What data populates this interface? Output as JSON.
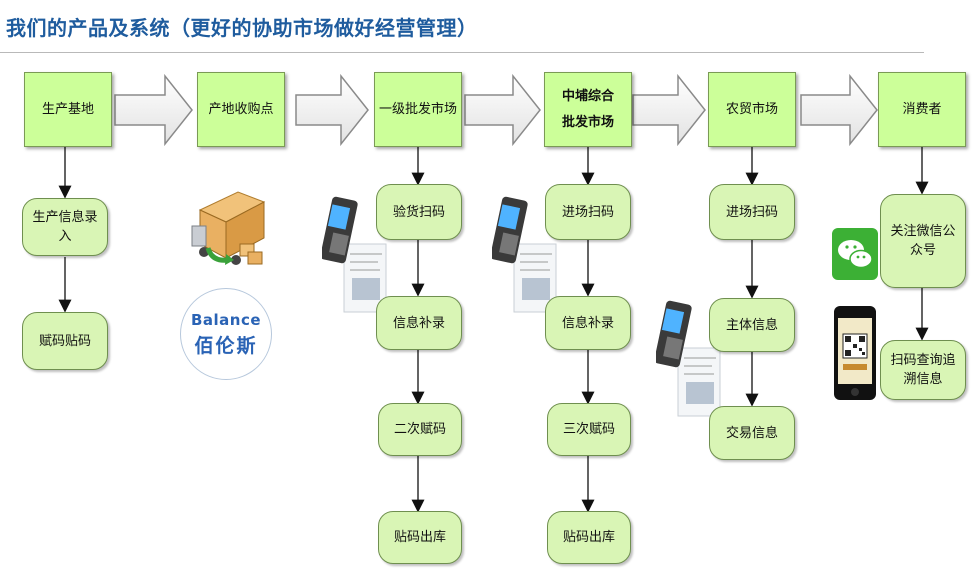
{
  "header": {
    "title": "我们的产品及系统（更好的协助市场做好经营管理）"
  },
  "flow": {
    "stages": [
      {
        "label": "生产基地"
      },
      {
        "label": "产地收购点"
      },
      {
        "label": "一级批发市场"
      },
      {
        "label_line1": "中埔综合",
        "label_line2": "批发市场"
      },
      {
        "label": "农贸市场"
      },
      {
        "label": "消费者"
      }
    ],
    "col1": [
      "生产信息录入",
      "赋码贴码"
    ],
    "col3": [
      "验货扫码",
      "信息补录",
      "二次赋码",
      "贴码出库"
    ],
    "col4": [
      "进场扫码",
      "信息补录",
      "三次赋码",
      "贴码出库"
    ],
    "col5": [
      "进场扫码",
      "主体信息",
      "交易信息"
    ],
    "col6": [
      "关注微信公众号",
      "扫码查询追溯信息"
    ]
  },
  "logo": {
    "text_en": "Balance",
    "text_cn": "佰伦斯"
  },
  "colors": {
    "box_fill": "#ccff99",
    "pill_fill": "#d9f5b5",
    "title": "#1f5c9e",
    "logo": "#2a63b5"
  },
  "icons": [
    "delivery-truck-icon",
    "barcode-scanner-icon",
    "wechat-icon",
    "smartphone-qr-icon"
  ]
}
